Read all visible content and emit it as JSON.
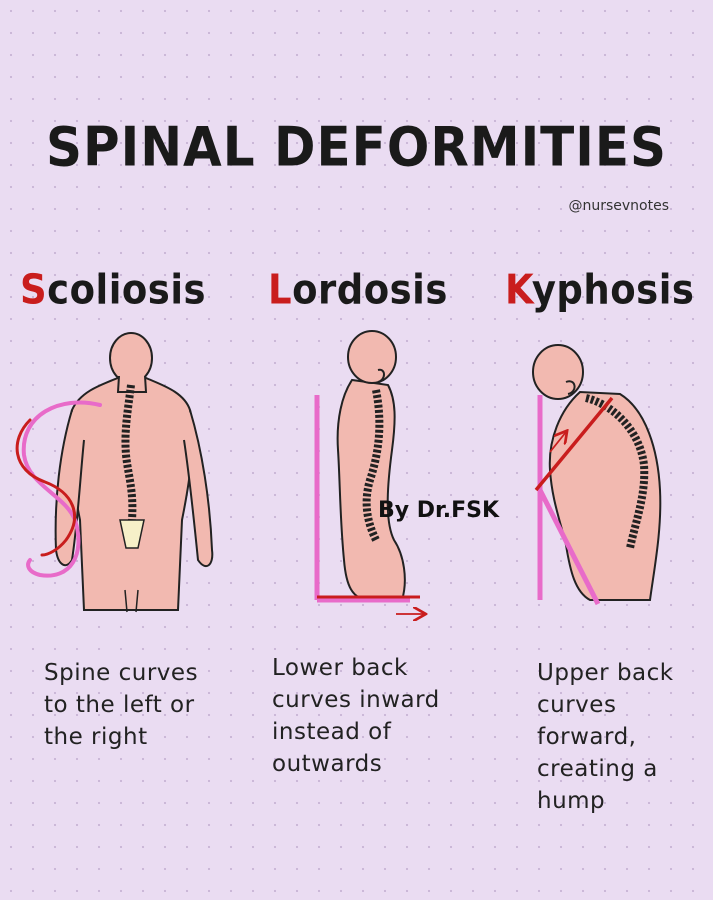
{
  "title": "SPINAL DEFORMITIES",
  "handle": "@nursevnotes",
  "credit": "By Dr.FSK",
  "colors": {
    "accent_red": "#c91d1d",
    "accent_pink": "#e86bc9",
    "skin": "#f2b9b0",
    "background": "#eadcf2"
  },
  "columns": [
    {
      "name_first_letter": "S",
      "name_rest": "coliosis",
      "description_lines": [
        "Spine curves",
        "to the left or",
        "the right"
      ]
    },
    {
      "name_first_letter": "L",
      "name_rest": "ordosis",
      "description_lines": [
        "Lower back",
        "curves inward",
        "instead of",
        "outwards"
      ]
    },
    {
      "name_first_letter": "K",
      "name_rest": "yphosis",
      "description_lines": [
        "Upper back",
        "curves",
        "forward,",
        "creating a",
        "hump"
      ]
    }
  ]
}
